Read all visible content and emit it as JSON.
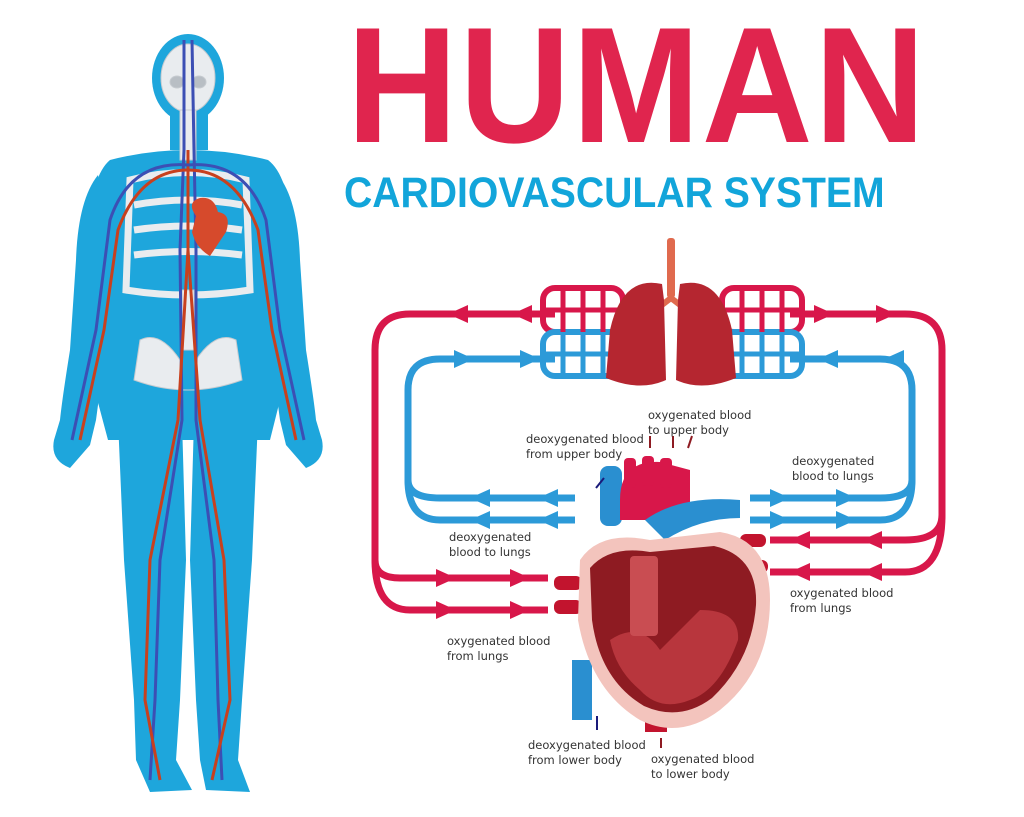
{
  "title": {
    "main": "HUMAN",
    "sub": "CARDIOVASCULAR SYSTEM"
  },
  "colors": {
    "title_red": "#e0254e",
    "title_blue": "#12a5da",
    "oxygenated": "#d8174a",
    "deoxygenated": "#2c9ad8",
    "body_silhouette": "#1ea6dc",
    "heart_dark": "#8e1b22",
    "heart_light": "#f3c4bd",
    "lungs": "#b52630"
  },
  "figures": {
    "body": "human-body-with-skeleton-veins-and-arteries",
    "lungs": "lungs-with-trachea",
    "heart": "heart-cross-section"
  },
  "labels": {
    "deoxy_from_upper": [
      "deoxygenated blood",
      "from upper body"
    ],
    "oxy_to_upper": [
      "oxygenated blood",
      "to upper body"
    ],
    "deoxy_to_lungs_right": [
      "deoxygenated",
      "blood to lungs"
    ],
    "deoxy_to_lungs_left": [
      "deoxygenated",
      "blood to lungs"
    ],
    "oxy_from_lungs_right": [
      "oxygenated blood",
      "from lungs"
    ],
    "oxy_from_lungs_left": [
      "oxygenated blood",
      "from lungs"
    ],
    "deoxy_from_lower": [
      "deoxygenated blood",
      "from lower body"
    ],
    "oxy_to_lower": [
      "oxygenated blood",
      "to lower body"
    ]
  }
}
